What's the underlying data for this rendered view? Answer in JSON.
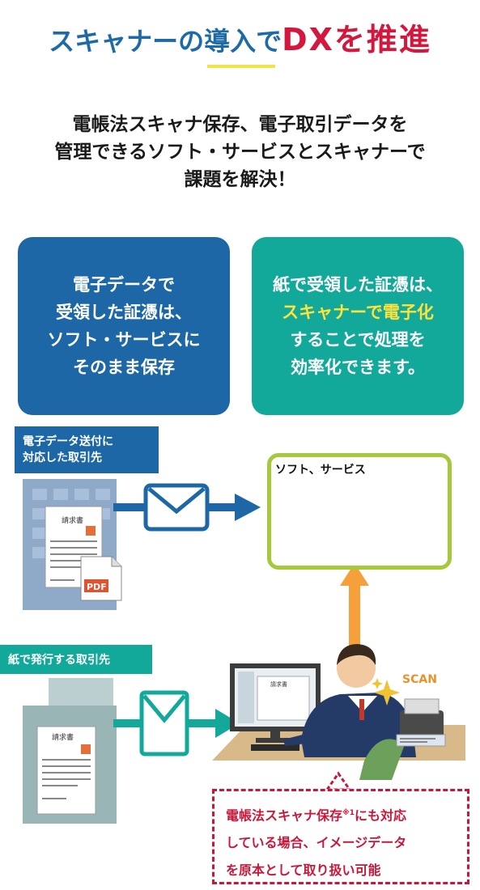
{
  "header": {
    "title_part1": "スキャナーの導入で",
    "title_part2": "DXを推進"
  },
  "intro": {
    "lines": [
      "電帳法スキャナ保存、電子取引データを",
      "管理できるソフト・サービスとスキャナーで",
      "課題を解決！"
    ]
  },
  "cards": {
    "left": {
      "lines": [
        "電子データで",
        "受領した証憑は、",
        "ソフト・サービスに",
        "そのまま保存"
      ]
    },
    "right": {
      "line1": "紙で受領した証憑は、",
      "highlight_a": "スキャナーで",
      "highlight_b": "電子化",
      "line3": "することで処理を",
      "line4": "効率化できます。"
    }
  },
  "diagram": {
    "tag_electronic_line1": "電子データ送付に",
    "tag_electronic_line2": "対応した取引先",
    "tag_paper": "紙で発行する取引先",
    "system_label": "ソフト、サービス",
    "invoice_label": "請求書",
    "pdf_label": "PDF",
    "scan_label": "SCAN"
  },
  "note": {
    "part1": "電帳法スキャナ保存",
    "sup": "※1",
    "part2": "にも対応",
    "line2": "している場合、イメージデータ",
    "line3": "を原本として取り扱い可能"
  },
  "colors": {
    "blue": "#1d67a6",
    "teal": "#13a99a",
    "title_blue": "#1e6aa8",
    "title_red": "#d3173d",
    "highlight_yellow": "#ffe23a",
    "frame_green": "#a5c93a",
    "arrow_orange": "#f5a03a",
    "note_red": "#c8183a"
  },
  "icons": [
    "envelope-icon",
    "server-icon",
    "database-icon",
    "pdf-icon",
    "scanner-icon",
    "monitor-icon",
    "person-illustration",
    "sparkle-icon"
  ]
}
